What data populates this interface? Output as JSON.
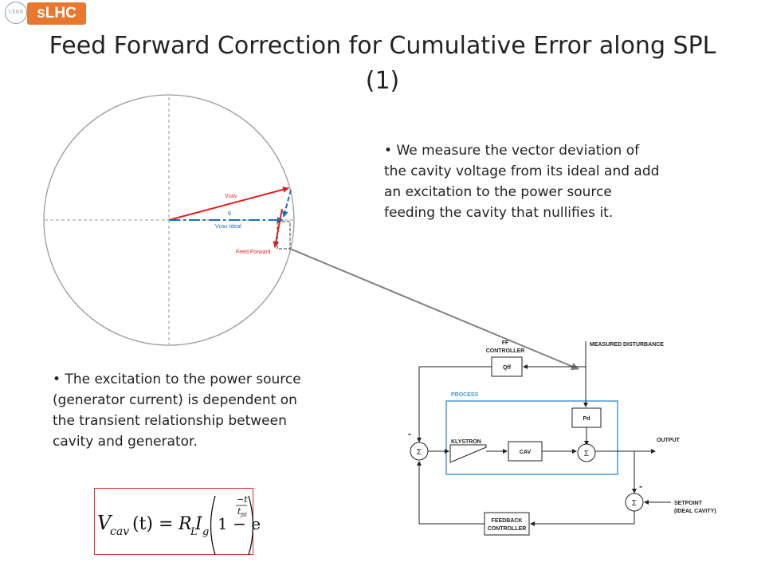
{
  "logo": {
    "seal_text": "CERN",
    "brand": "sLHC"
  },
  "title": "Feed Forward Correction for Cumulative Error along SPL (1)",
  "bullets": {
    "first": "We measure the vector deviation of the cavity voltage from its ideal and add an excitation to the power source feeding the cavity that nullifies it.",
    "second": "The excitation to the power source (generator current) is dependent on the transient relationship between cavity and generator."
  },
  "phasor": {
    "vcav": "Vcav",
    "theta": "θ",
    "vcav_ideal": "Vcav Ideal",
    "feed_forward": "Feed Forward"
  },
  "formula": {
    "lhs_v": "V",
    "lhs_sub": "cav",
    "lhs_arg": "(t) = ",
    "r": "R",
    "r_sub": "L",
    "i": "I",
    "i_sub": "g",
    "one_minus": "1 − e",
    "exp_num": "−t",
    "exp_den": "t",
    "exp_den_sub": "fill"
  },
  "block_diagram": {
    "ff_controller": "FF",
    "ff_controller2": "CONTROLLER",
    "qff": "Qff",
    "measured_disturbance": "MEASURED DISTURBANCE",
    "process": "PROCESS",
    "pd": "Pd",
    "klystron": "KLYSTRON",
    "cav": "CAV",
    "output": "OUTPUT",
    "sigma": "Σ",
    "minus": "-",
    "setpoint": "SETPOINT",
    "setpoint2": "(IDEAL CAVITY)",
    "feedback": "FEEDBACK",
    "feedback2": "CONTROLLER"
  },
  "colors": {
    "red": "#e02020",
    "blue": "#1e6fbf",
    "process_box": "#4a98d4",
    "logo": "#e8782e"
  }
}
